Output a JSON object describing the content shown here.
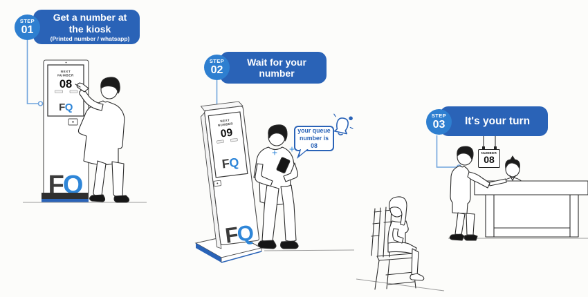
{
  "page": {
    "background": "#fcfcfa"
  },
  "colors": {
    "badge_pill_blue": "#2a63b7",
    "badge_circle_blue": "#2e7fd0",
    "connector_blue": "#6fa3dc",
    "logo_dark": "#3b3b3b",
    "logo_blue": "#2f86d8",
    "line_art": "#2b2b2b"
  },
  "steps": [
    {
      "step_label": "STEP",
      "number": "01",
      "title_line1": "Get a number at",
      "title_line2": "the kiosk",
      "subtitle": "(Printed number / whatsapp)"
    },
    {
      "step_label": "STEP",
      "number": "02",
      "title_line1": "Wait for your",
      "title_line2": "number",
      "subtitle": ""
    },
    {
      "step_label": "STEP",
      "number": "03",
      "title_line1": "It's your turn",
      "title_line2": "",
      "subtitle": ""
    }
  ],
  "kiosk1": {
    "screen_label_line1": "NEXT",
    "screen_label_line2": "NUMBER",
    "screen_number": "08",
    "logo_f": "F",
    "logo_q": "Q"
  },
  "kiosk2": {
    "screen_label_line1": "NEXT",
    "screen_label_line2": "NUMBER",
    "screen_number": "09",
    "logo_f": "F",
    "logo_q": "Q"
  },
  "notification_bubble": {
    "line1": "your queue",
    "line2": "number is 08",
    "icon": "bell-icon"
  },
  "counter_sign": {
    "label": "NUMBER",
    "number": "08"
  }
}
